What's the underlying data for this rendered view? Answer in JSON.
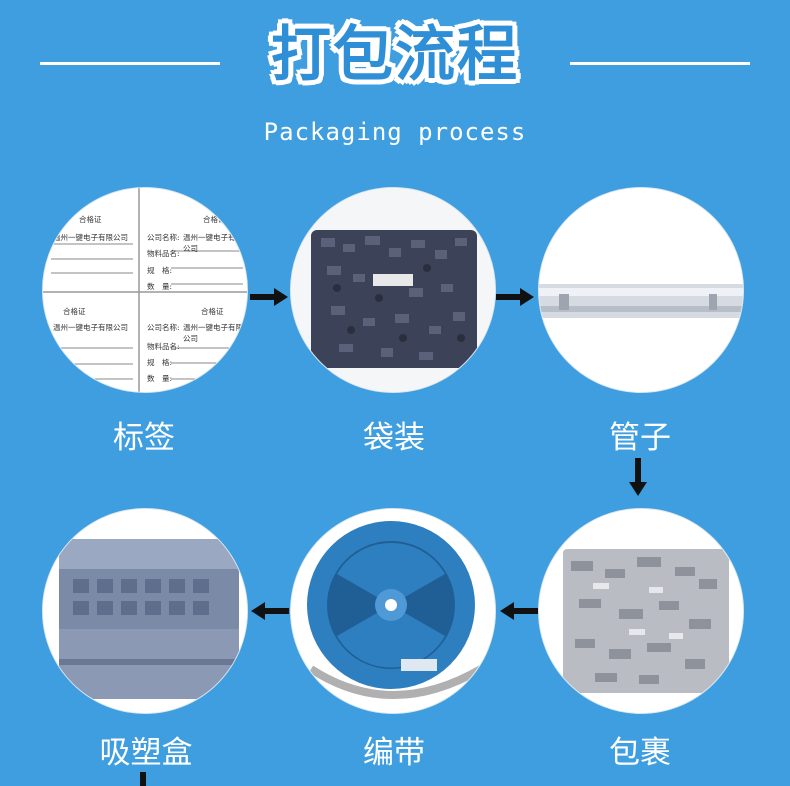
{
  "header": {
    "title": "打包流程",
    "subtitle": "Packaging process"
  },
  "steps": [
    {
      "label": "标签"
    },
    {
      "label": "袋装"
    },
    {
      "label": "管子"
    },
    {
      "label": "吸塑盒"
    },
    {
      "label": "编带"
    },
    {
      "label": "包裹"
    }
  ],
  "label_card": {
    "heading": "合格证",
    "company_field": "公司名称:",
    "company_value": "温州一键电子有限公司",
    "item_field": "物料品名:",
    "spec_field": "规　格:",
    "qty_field": "数　量:"
  },
  "colors": {
    "background": "#3f9ee0",
    "title_fill": "#2f8fd6",
    "text": "#ffffff",
    "arrow": "#111111",
    "reel": "#2e7fc0"
  }
}
